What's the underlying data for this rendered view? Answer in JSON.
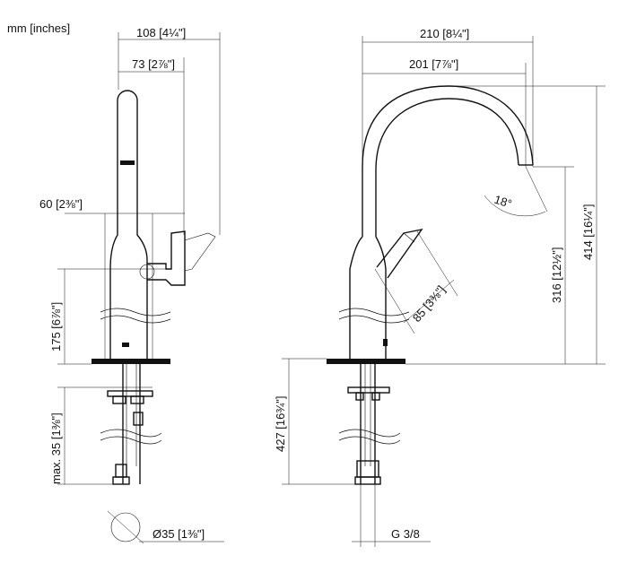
{
  "units_label": "mm [inches]",
  "dimensions": {
    "top_108": "108 [4¼\"]",
    "top_73": "73 [2⅞\"]",
    "left_60": "60 [2⅜\"]",
    "vert_175": "175 [6⅞\"]",
    "vert_max35": "max. 35 [1⅜\"]",
    "dia_35": "Ø35 [1⅜\"]",
    "top_210": "210 [8¼\"]",
    "top_201": "201 [7⅞\"]",
    "angle_18": "18°",
    "diag_85": "85 [3⅜\"]",
    "vert_316": "316 [12½\"]",
    "vert_414": "414 [16¼\"]",
    "vert_427": "427 [16¾\"]",
    "thread_g38": "G 3/8"
  }
}
